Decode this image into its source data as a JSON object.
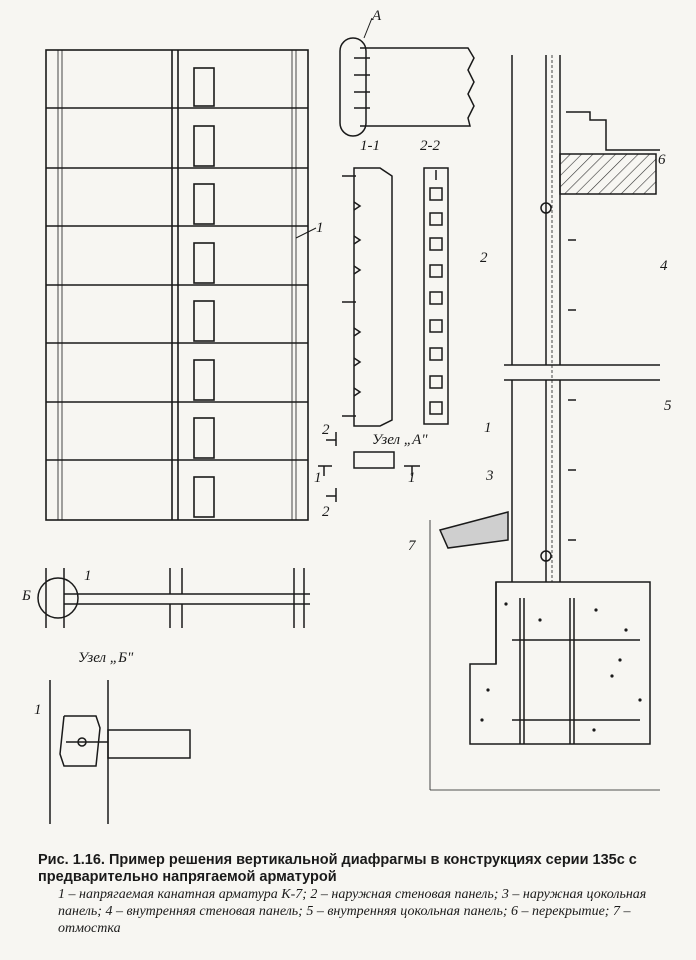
{
  "figure": {
    "section_labels": {
      "s11": "1-1",
      "s22": "2-2"
    },
    "node_a_marker": "А",
    "node_b_marker": "Б",
    "node_a_title": "Узел „А\"",
    "node_b_title": "Узел „Б\"",
    "cut_marks": {
      "c1": "1",
      "c2": "2"
    },
    "callouts": {
      "n1": "1",
      "n2": "2",
      "n3": "3",
      "n4": "4",
      "n5": "5",
      "n6": "6",
      "n7": "7"
    }
  },
  "caption": {
    "title": "Рис. 1.16. Пример решения вертикальной диафрагмы в конструкциях серии 135с с предварительно напрягаемой арматурой",
    "legend": "1 – напрягаемая канатная арматура К-7; 2 – наружная стеновая панель; 3 – наружная цокольная панель; 4 – внутренняя стеновая панель; 5 – внутренняя цокольная панель; 6 – перекрытие; 7 – отмостка"
  }
}
